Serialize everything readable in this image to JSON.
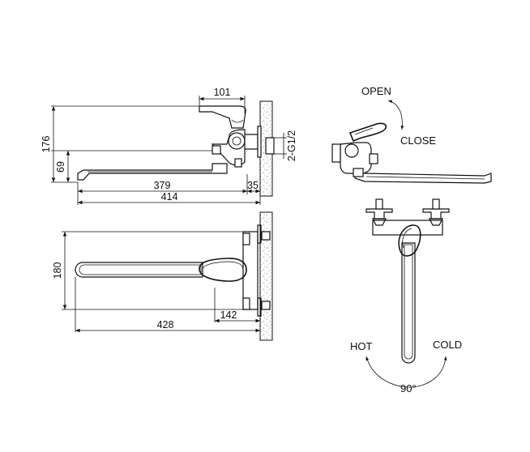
{
  "side_view": {
    "dim_handle_width": "101",
    "dim_total_height": "176",
    "dim_spout_height": "69",
    "dim_thread": "2-G1/2",
    "dim_spout_reach": "379",
    "dim_wall_offset": "35",
    "dim_total_reach": "414"
  },
  "top_view": {
    "dim_width": "180",
    "dim_body_depth": "142",
    "dim_total_depth": "428"
  },
  "labels": {
    "open": "OPEN",
    "close": "CLOSE",
    "hot": "HOT",
    "cold": "COLD",
    "angle": "90°"
  }
}
